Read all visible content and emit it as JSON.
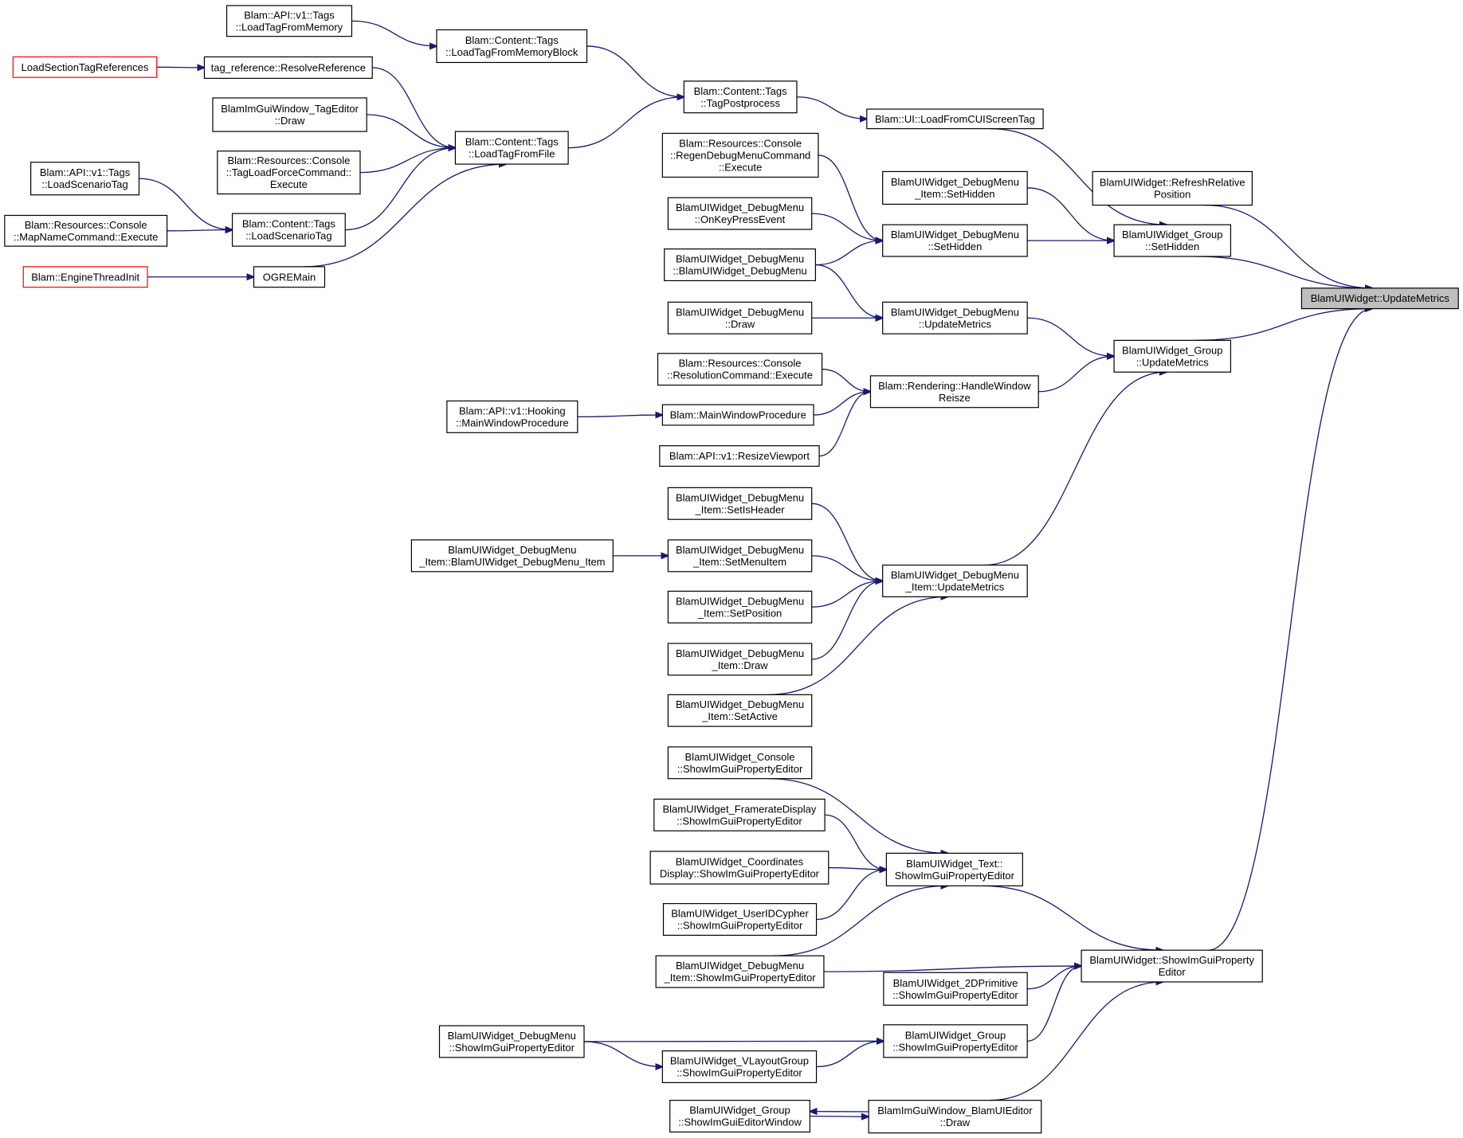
{
  "graph": {
    "kind": "caller-graph",
    "colors": {
      "edge": "#191970",
      "node_border": "#000000",
      "truncated_border": "#ff0000",
      "root_fill": "#bfbfbf"
    },
    "nodes": [
      {
        "id": "root",
        "lines": [
          "BlamUIWidget::UpdateMetrics"
        ],
        "style": "root"
      },
      {
        "id": "refreshpos",
        "lines": [
          "BlamUIWidget::RefreshRelative",
          "Position"
        ]
      },
      {
        "id": "group_sethidden",
        "lines": [
          "BlamUIWidget_Group",
          "::SetHidden"
        ]
      },
      {
        "id": "group_updatemetrics",
        "lines": [
          "BlamUIWidget_Group",
          "::UpdateMetrics"
        ]
      },
      {
        "id": "showimgui",
        "lines": [
          "BlamUIWidget::ShowImGuiProperty",
          "Editor"
        ]
      },
      {
        "id": "ui_loadcui",
        "lines": [
          "Blam::UI::LoadFromCUIScreenTag"
        ]
      },
      {
        "id": "tagpost",
        "lines": [
          "Blam::Content::Tags",
          "::TagPostprocess"
        ]
      },
      {
        "id": "loadtagmemblock",
        "lines": [
          "Blam::Content::Tags",
          "::LoadTagFromMemoryBlock"
        ]
      },
      {
        "id": "api_loadtagmem",
        "lines": [
          "Blam::API::v1::Tags",
          "::LoadTagFromMemory"
        ]
      },
      {
        "id": "loadtagfile",
        "lines": [
          "Blam::Content::Tags",
          "::LoadTagFromFile"
        ]
      },
      {
        "id": "resolveref",
        "lines": [
          "tag_reference::ResolveReference"
        ]
      },
      {
        "id": "loadsectiontagrefs",
        "lines": [
          "LoadSectionTagReferences"
        ],
        "style": "truncated"
      },
      {
        "id": "imgui_tageditor",
        "lines": [
          "BlamImGuiWindow_TagEditor",
          "::Draw"
        ]
      },
      {
        "id": "tagloadforce",
        "lines": [
          "Blam::Resources::Console",
          "::TagLoadForceCommand::",
          "Execute"
        ]
      },
      {
        "id": "loadscenario",
        "lines": [
          "Blam::Content::Tags",
          "::LoadScenarioTag"
        ]
      },
      {
        "id": "api_loadscenario",
        "lines": [
          "Blam::API::v1::Tags",
          "::LoadScenarioTag"
        ]
      },
      {
        "id": "mapnamecmd",
        "lines": [
          "Blam::Resources::Console",
          "::MapNameCommand::Execute"
        ]
      },
      {
        "id": "ogremain",
        "lines": [
          "OGREMain"
        ]
      },
      {
        "id": "enginethreadinit",
        "lines": [
          "Blam::EngineThreadInit"
        ],
        "style": "truncated"
      },
      {
        "id": "dbgmenu_item_sethidden",
        "lines": [
          "BlamUIWidget_DebugMenu",
          "_Item::SetHidden"
        ]
      },
      {
        "id": "dbgmenu_sethidden",
        "lines": [
          "BlamUIWidget_DebugMenu",
          "::SetHidden"
        ]
      },
      {
        "id": "regendbg",
        "lines": [
          "Blam::Resources::Console",
          "::RegenDebugMenuCommand",
          "::Execute"
        ]
      },
      {
        "id": "dbgmenu_onkey",
        "lines": [
          "BlamUIWidget_DebugMenu",
          "::OnKeyPressEvent"
        ]
      },
      {
        "id": "dbgmenu_ctor",
        "lines": [
          "BlamUIWidget_DebugMenu",
          "::BlamUIWidget_DebugMenu"
        ]
      },
      {
        "id": "dbgmenu_updatemetrics",
        "lines": [
          "BlamUIWidget_DebugMenu",
          "::UpdateMetrics"
        ]
      },
      {
        "id": "dbgmenu_draw",
        "lines": [
          "BlamUIWidget_DebugMenu",
          "::Draw"
        ]
      },
      {
        "id": "handleresize",
        "lines": [
          "Blam::Rendering::HandleWindow",
          "Reisze"
        ]
      },
      {
        "id": "resolutioncmd",
        "lines": [
          "Blam::Resources::Console",
          "::ResolutionCommand::Execute"
        ]
      },
      {
        "id": "mainwndproc",
        "lines": [
          "Blam::MainWindowProcedure"
        ]
      },
      {
        "id": "api_hooking",
        "lines": [
          "Blam::API::v1::Hooking",
          "::MainWindowProcedure"
        ]
      },
      {
        "id": "resizeviewport",
        "lines": [
          "Blam::API::v1::ResizeViewport"
        ]
      },
      {
        "id": "dbgitem_updatemetrics",
        "lines": [
          "BlamUIWidget_DebugMenu",
          "_Item::UpdateMetrics"
        ]
      },
      {
        "id": "dbgitem_setisheader",
        "lines": [
          "BlamUIWidget_DebugMenu",
          "_Item::SetIsHeader"
        ]
      },
      {
        "id": "dbgitem_setmenuitem",
        "lines": [
          "BlamUIWidget_DebugMenu",
          "_Item::SetMenuItem"
        ]
      },
      {
        "id": "dbgitem_ctor",
        "lines": [
          "BlamUIWidget_DebugMenu",
          "_Item::BlamUIWidget_DebugMenu_Item"
        ]
      },
      {
        "id": "dbgitem_setposition",
        "lines": [
          "BlamUIWidget_DebugMenu",
          "_Item::SetPosition"
        ]
      },
      {
        "id": "dbgitem_draw",
        "lines": [
          "BlamUIWidget_DebugMenu",
          "_Item::Draw"
        ]
      },
      {
        "id": "dbgitem_setactive",
        "lines": [
          "BlamUIWidget_DebugMenu",
          "_Item::SetActive"
        ]
      },
      {
        "id": "text_show",
        "lines": [
          "BlamUIWidget_Text::",
          "ShowImGuiPropertyEditor"
        ]
      },
      {
        "id": "console_show",
        "lines": [
          "BlamUIWidget_Console",
          "::ShowImGuiPropertyEditor"
        ]
      },
      {
        "id": "framerate_show",
        "lines": [
          "BlamUIWidget_FramerateDisplay",
          "::ShowImGuiPropertyEditor"
        ]
      },
      {
        "id": "coords_show",
        "lines": [
          "BlamUIWidget_Coordinates",
          "Display::ShowImGuiPropertyEditor"
        ]
      },
      {
        "id": "useridcypher_show",
        "lines": [
          "BlamUIWidget_UserIDCypher",
          "::ShowImGuiPropertyEditor"
        ]
      },
      {
        "id": "dbgitem_show",
        "lines": [
          "BlamUIWidget_DebugMenu",
          "_Item::ShowImGuiPropertyEditor"
        ]
      },
      {
        "id": "prim2d_show",
        "lines": [
          "BlamUIWidget_2DPrimitive",
          "::ShowImGuiPropertyEditor"
        ]
      },
      {
        "id": "group_show",
        "lines": [
          "BlamUIWidget_Group",
          "::ShowImGuiPropertyEditor"
        ]
      },
      {
        "id": "dbgmenu_show",
        "lines": [
          "BlamUIWidget_DebugMenu",
          "::ShowImGuiPropertyEditor"
        ]
      },
      {
        "id": "vlayout_show",
        "lines": [
          "BlamUIWidget_VLayoutGroup",
          "::ShowImGuiPropertyEditor"
        ]
      },
      {
        "id": "group_showwindow",
        "lines": [
          "BlamUIWidget_Group",
          "::ShowImGuiEditorWindow"
        ]
      },
      {
        "id": "imgui_uieditor",
        "lines": [
          "BlamImGuiWindow_BlamUIEditor",
          "::Draw"
        ]
      }
    ],
    "edges": [
      [
        "refreshpos",
        "root"
      ],
      [
        "group_sethidden",
        "root"
      ],
      [
        "group_updatemetrics",
        "root"
      ],
      [
        "showimgui",
        "root"
      ],
      [
        "ui_loadcui",
        "group_sethidden"
      ],
      [
        "dbgmenu_item_sethidden",
        "group_sethidden"
      ],
      [
        "dbgmenu_sethidden",
        "group_sethidden"
      ],
      [
        "tagpost",
        "ui_loadcui"
      ],
      [
        "loadtagmemblock",
        "tagpost"
      ],
      [
        "loadtagfile",
        "tagpost"
      ],
      [
        "api_loadtagmem",
        "loadtagmemblock"
      ],
      [
        "resolveref",
        "loadtagfile"
      ],
      [
        "imgui_tageditor",
        "loadtagfile"
      ],
      [
        "tagloadforce",
        "loadtagfile"
      ],
      [
        "loadscenario",
        "loadtagfile"
      ],
      [
        "ogremain",
        "loadtagfile"
      ],
      [
        "loadsectiontagrefs",
        "resolveref"
      ],
      [
        "api_loadscenario",
        "loadscenario"
      ],
      [
        "mapnamecmd",
        "loadscenario"
      ],
      [
        "enginethreadinit",
        "ogremain"
      ],
      [
        "regendbg",
        "dbgmenu_sethidden"
      ],
      [
        "dbgmenu_onkey",
        "dbgmenu_sethidden"
      ],
      [
        "dbgmenu_ctor",
        "dbgmenu_sethidden"
      ],
      [
        "dbgmenu_updatemetrics",
        "group_updatemetrics"
      ],
      [
        "handleresize",
        "group_updatemetrics"
      ],
      [
        "dbgitem_updatemetrics",
        "group_updatemetrics"
      ],
      [
        "dbgmenu_ctor",
        "dbgmenu_updatemetrics"
      ],
      [
        "dbgmenu_draw",
        "dbgmenu_updatemetrics"
      ],
      [
        "resolutioncmd",
        "handleresize"
      ],
      [
        "mainwndproc",
        "handleresize"
      ],
      [
        "resizeviewport",
        "handleresize"
      ],
      [
        "api_hooking",
        "mainwndproc"
      ],
      [
        "dbgitem_setisheader",
        "dbgitem_updatemetrics"
      ],
      [
        "dbgitem_setmenuitem",
        "dbgitem_updatemetrics"
      ],
      [
        "dbgitem_setposition",
        "dbgitem_updatemetrics"
      ],
      [
        "dbgitem_draw",
        "dbgitem_updatemetrics"
      ],
      [
        "dbgitem_setactive",
        "dbgitem_updatemetrics"
      ],
      [
        "dbgitem_ctor",
        "dbgitem_setmenuitem"
      ],
      [
        "text_show",
        "showimgui"
      ],
      [
        "dbgitem_show",
        "showimgui"
      ],
      [
        "prim2d_show",
        "showimgui"
      ],
      [
        "group_show",
        "showimgui"
      ],
      [
        "imgui_uieditor",
        "showimgui"
      ],
      [
        "console_show",
        "text_show"
      ],
      [
        "framerate_show",
        "text_show"
      ],
      [
        "coords_show",
        "text_show"
      ],
      [
        "useridcypher_show",
        "text_show"
      ],
      [
        "dbgitem_show",
        "text_show"
      ],
      [
        "dbgmenu_show",
        "group_show"
      ],
      [
        "vlayout_show",
        "group_show"
      ],
      [
        "dbgmenu_show",
        "vlayout_show"
      ],
      [
        "group_showwindow",
        "imgui_uieditor"
      ],
      [
        "imgui_uieditor",
        "group_showwindow"
      ]
    ]
  }
}
